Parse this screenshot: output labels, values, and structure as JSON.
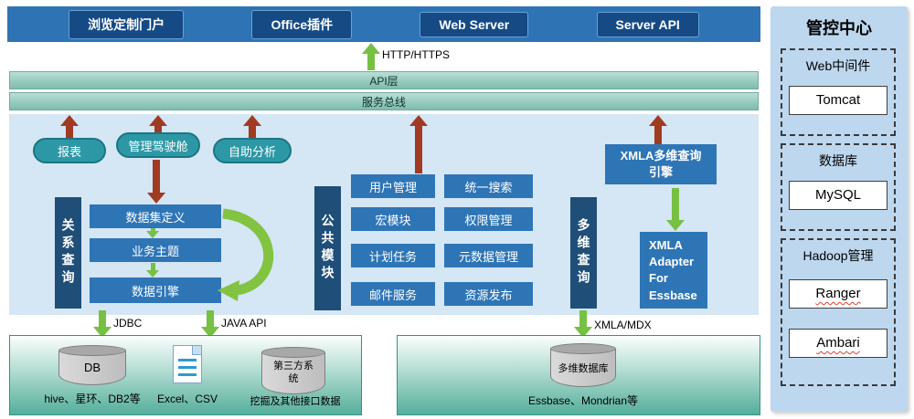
{
  "top_banner": {
    "items": [
      {
        "label": "浏览定制门户"
      },
      {
        "label": "Office插件"
      },
      {
        "label": "Web Server"
      },
      {
        "label": "Server API"
      }
    ]
  },
  "layers": {
    "api": "API层",
    "bus": "服务总线"
  },
  "connections": {
    "http": "HTTP/HTTPS",
    "jdbc": "JDBC",
    "java_api": "JAVA API",
    "xmla_mdx": "XMLA/MDX"
  },
  "front_modules": [
    "报表",
    "管理驾驶舱",
    "自助分析"
  ],
  "relation_query": {
    "title": "关系查询",
    "boxes": [
      "数据集定义",
      "业务主题",
      "数据引擎"
    ]
  },
  "common_module": {
    "title": "公共模块",
    "left": [
      "用户管理",
      "宏模块",
      "计划任务",
      "邮件服务"
    ],
    "right": [
      "统一搜索",
      "权限管理",
      "元数据管理",
      "资源发布"
    ]
  },
  "multidim": {
    "title": "多维查询",
    "engine": "XMLA多维查询引擎",
    "adapter": "XMLA Adapter For Essbase"
  },
  "datasources": {
    "relational": {
      "db_label": "DB",
      "db_caption": "hive、星环、DB2等",
      "file_caption": "Excel、CSV",
      "third_label": "第三方系统",
      "third_caption": "挖掘及其他接口数据"
    },
    "multidim": {
      "label": "多维数据库",
      "caption": "Essbase、Mondrian等"
    }
  },
  "control_center": {
    "title": "管控中心",
    "groups": [
      {
        "label": "Web中间件",
        "items": [
          "Tomcat"
        ]
      },
      {
        "label": "数据库",
        "items": [
          "MySQL"
        ]
      },
      {
        "label": "Hadoop管理",
        "items": [
          "Ranger",
          "Ambari"
        ]
      }
    ]
  },
  "palette": {
    "banner_blue": "#2e74b5",
    "module_blue": "#2e75b6",
    "navy": "#1f4e79",
    "oval_teal": "#2c98a6",
    "bus_teal": "#8cc6ba",
    "panel_blue": "#bdd7ee",
    "arrow_red": "#a03b22",
    "arrow_green": "#76c043",
    "datasource_teal": "#55ae9b"
  }
}
